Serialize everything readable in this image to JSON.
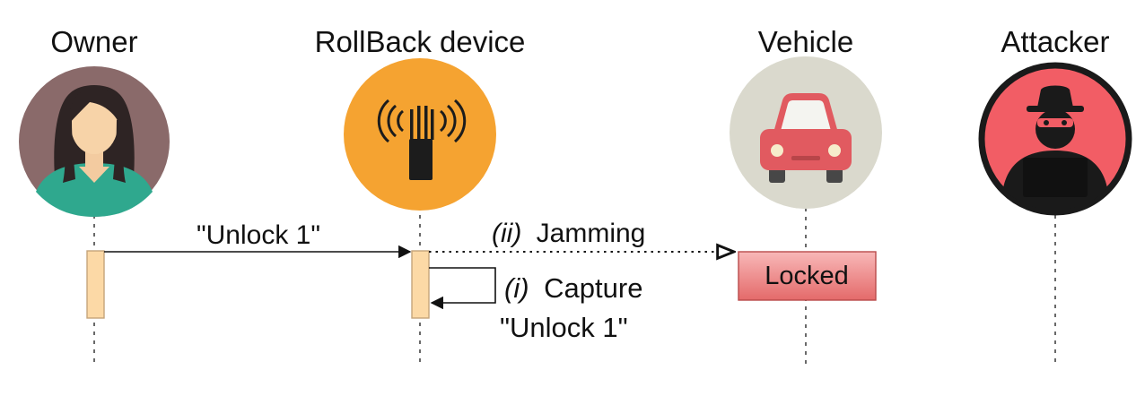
{
  "actors": [
    {
      "name": "Owner",
      "icon": "owner-icon",
      "circle_color": "#8a6a6a"
    },
    {
      "name": "RollBack device",
      "icon": "rollback-device-icon",
      "circle_color": "#f5a331"
    },
    {
      "name": "Vehicle",
      "icon": "car-icon",
      "circle_color": "#dad9cd"
    },
    {
      "name": "Attacker",
      "icon": "attacker-icon",
      "circle_color": "#f25d65"
    }
  ],
  "messages": {
    "unlock": "\"Unlock 1\"",
    "jamming_marker": "(ii)",
    "jamming_label": "Jamming",
    "capture_marker": "(i)",
    "capture_label": "Capture",
    "capture_payload": "\"Unlock 1\""
  },
  "vehicle_state": "Locked",
  "colors": {
    "activation_fill": "#fcd9a6",
    "activation_stroke": "#c5a47a",
    "locked_fill_top": "#f7b4b4",
    "locked_fill_bottom": "#e76d6d",
    "locked_stroke": "#b94b4b",
    "car_body": "#e15a60"
  }
}
